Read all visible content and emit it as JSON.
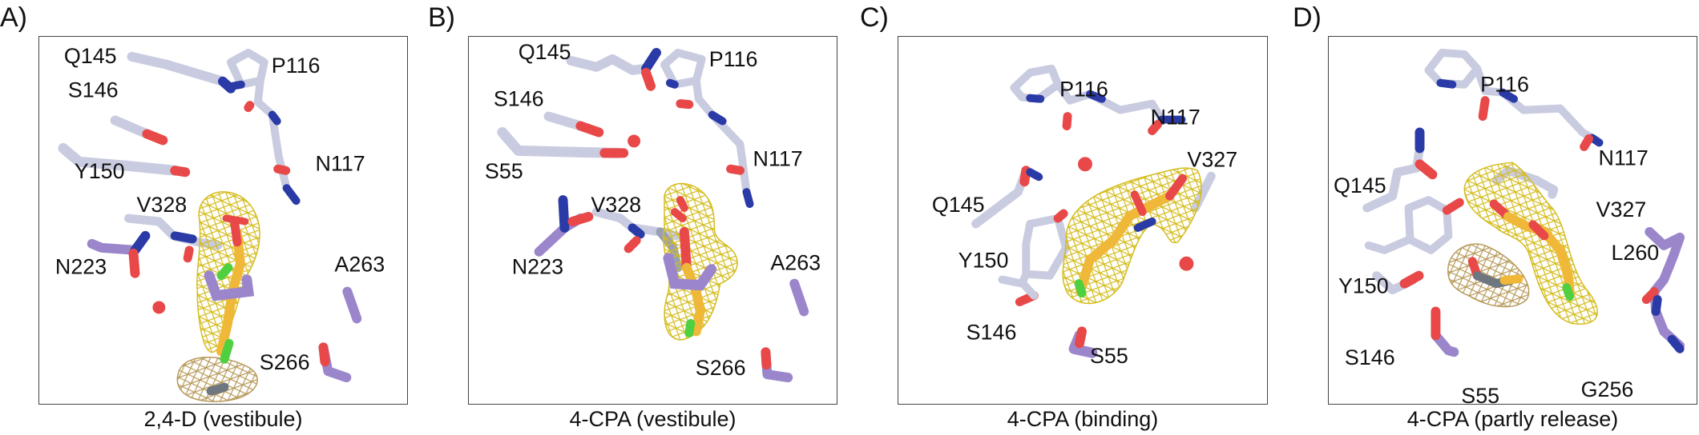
{
  "figure": {
    "panels": [
      {
        "letter": "A)",
        "caption": "2,4-D (vestibule)",
        "labels": [
          "Q145",
          "S146",
          "Y150",
          "P116",
          "N117",
          "V328",
          "N223",
          "A263",
          "S266"
        ]
      },
      {
        "letter": "B)",
        "caption": "4-CPA (vestibule)",
        "labels": [
          "Q145",
          "S146",
          "S55",
          "P116",
          "N117",
          "V328",
          "N223",
          "A263",
          "S266"
        ]
      },
      {
        "letter": "C)",
        "caption": "4-CPA (binding)",
        "labels": [
          "P116",
          "N117",
          "V327",
          "Q145",
          "Y150",
          "S146",
          "S55"
        ]
      },
      {
        "letter": "D)",
        "caption": "4-CPA (partly release)",
        "labels": [
          "P116",
          "N117",
          "Q145",
          "V327",
          "L260",
          "Y150",
          "S146",
          "G256",
          "S55"
        ]
      }
    ],
    "colors": {
      "carbon_light": "#c9cce0",
      "carbon_purple": "#9b86cc",
      "ligand": "#f0b838",
      "mesh_yellow": "#d4bc1c",
      "mesh_tan": "#b89a5a",
      "oxygen": "#e84848",
      "nitrogen": "#2a3aa6",
      "chlorine": "#4fd040",
      "water": "#e84848",
      "carbon_gray": "#6e7680"
    }
  }
}
